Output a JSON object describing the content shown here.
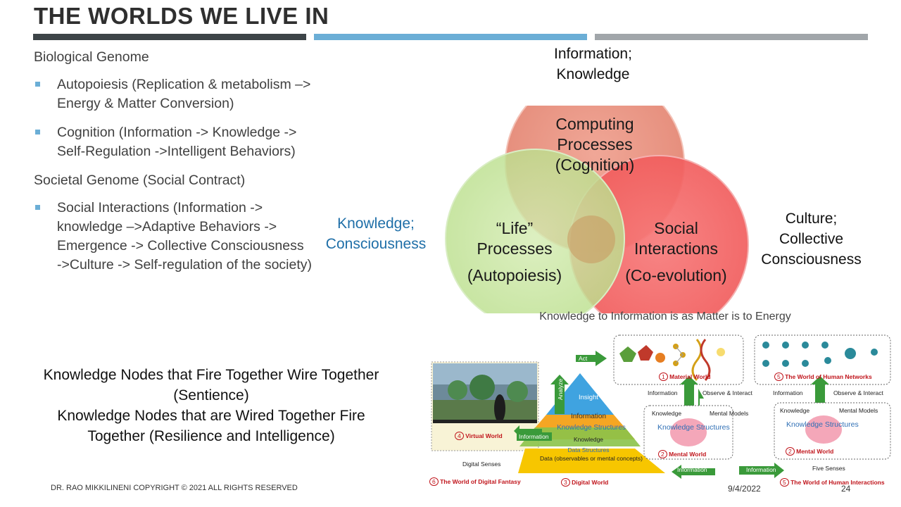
{
  "title": "THE WORLDS WE LIVE IN",
  "left_column": {
    "heading1": "Biological Genome",
    "bullets1": [
      "Autopoiesis (Replication & metabolism –> Energy & Matter Conversion)",
      "Cognition (Information -> Knowledge -> Self-Regulation ->Intelligent Behaviors)"
    ],
    "heading2": "Societal Genome (Social Contract)",
    "bullets2": [
      "Social Interactions (Information -> knowledge –>Adaptive Behaviors -> Emergence -> Collective Consciousness ->Culture -> Self-regulation of the society)"
    ]
  },
  "quote": {
    "line1": "Knowledge Nodes that Fire Together Wire Together",
    "line2": "(Sentience)",
    "line3": "Knowledge Nodes that are Wired Together Fire",
    "line4": "Together (Resilience and Intelligence)"
  },
  "venn": {
    "top_label_1": "Information;",
    "top_label_2": "Knowledge",
    "left_label_1": "Knowledge;",
    "left_label_2": "Consciousness",
    "right_label_1": "Culture;",
    "right_label_2": "Collective",
    "right_label_3": "Consciousness",
    "top_circle_1": "Computing",
    "top_circle_2": "Processes",
    "top_circle_3": "(Cognition)",
    "left_circle_1": "“Life”",
    "left_circle_2": "Processes",
    "left_circle_3": "(Autopoiesis)",
    "right_circle_1": "Social",
    "right_circle_2": "Interactions",
    "right_circle_3": "(Co-evolution)",
    "colors": {
      "top": "#e8907e",
      "left": "#b9df86",
      "right": "#f25a5a"
    }
  },
  "caption": "Knowledge to Information is as Matter is to Energy",
  "diagram": {
    "act": "Act",
    "analyze": "Analyze",
    "pyramid": {
      "insight": "Insight",
      "information": "Information",
      "knowledge_structures": "Knowledge Structures",
      "knowledge": "Knowledge",
      "data_structures": "Data Structures",
      "data": "Data (observables or mental concepts)"
    },
    "material_world": "Material World",
    "material_num": "1",
    "human_networks": "The World of Human Networks",
    "human_networks_num": "5",
    "information_left": "Information",
    "observe_interact_left": "Observe & Interact",
    "information_right": "Information",
    "observe_interact_right": "Observe & Interact",
    "knowledge_left": "Knowledge",
    "mental_models_left": "Mental Models",
    "knowledge_right": "Knowledge",
    "mental_models_right": "Mental Models",
    "knowledge_structures_left": "Knowledge Structures",
    "knowledge_structures_right": "Knowledge Structures",
    "mental_world_left": "Mental World",
    "mental_world_left_num": "2",
    "mental_world_right": "Mental World",
    "mental_world_right_num": "2",
    "virtual_world": "Virtual World",
    "virtual_world_num": "4",
    "information_arrow1": "Information",
    "information_arrow2": "Information",
    "information_arrow3": "Information",
    "digital_senses": "Digital Senses",
    "five_senses": "Five Senses",
    "digital_fantasy": "The World of Digital Fantasy",
    "digital_fantasy_num": "6",
    "digital_world": "Digital World",
    "digital_world_num": "3",
    "human_interactions": "The World of Human Interactions",
    "human_interactions_num": "5"
  },
  "footer": {
    "copyright": "DR. RAO MIKKILINENI COPYRIGHT © 2021 ALL RIGHTS RESERVED",
    "date": "9/4/2022",
    "page": "24"
  }
}
